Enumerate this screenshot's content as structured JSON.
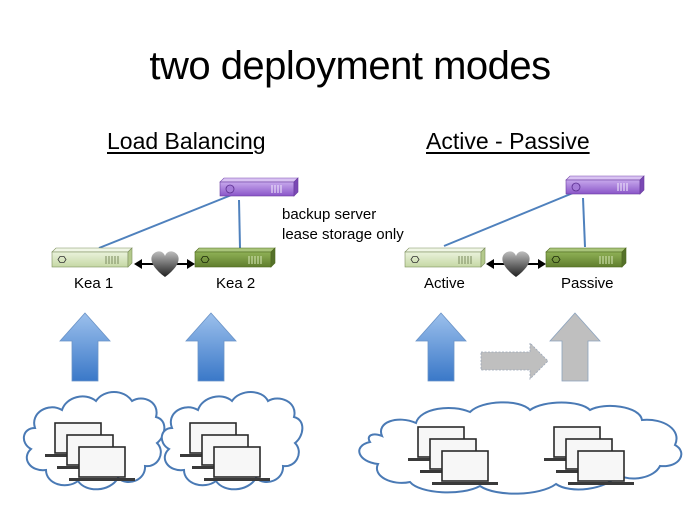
{
  "title": "two deployment modes",
  "sections": [
    {
      "heading": "Load Balancing",
      "servers": [
        {
          "label": "Kea 1",
          "role": "primary",
          "color": "#d6e4bd"
        },
        {
          "label": "Kea 2",
          "role": "primary",
          "color": "#76933c"
        }
      ],
      "backup_server": {
        "color": "#9966cc",
        "note_lines": [
          "backup server",
          "lease storage only"
        ]
      },
      "heartbeat_icon": "heart-icon",
      "client_clouds": 2
    },
    {
      "heading": "Active - Passive",
      "servers": [
        {
          "label": "Active",
          "role": "active",
          "color": "#d6e4bd"
        },
        {
          "label": "Passive",
          "role": "passive",
          "color": "#76933c"
        }
      ],
      "backup_server": {
        "color": "#9966cc"
      },
      "heartbeat_icon": "heart-icon",
      "client_clouds": 1,
      "failover_arrow": "dashed-gray-right-arrow"
    }
  ],
  "colors": {
    "link_line": "#4f81bd",
    "traffic_arrow_top": "#8db3e2",
    "traffic_arrow_bottom": "#3d7cc9",
    "inactive_arrow": "#bfbfbf",
    "cloud_outline": "#4a7ab5"
  }
}
